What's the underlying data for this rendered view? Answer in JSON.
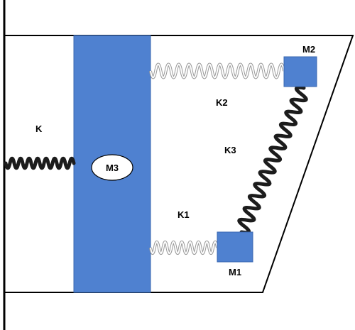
{
  "labels": {
    "K": "K",
    "K1": "K1",
    "K2": "K2",
    "K3": "K3",
    "M1": "M1",
    "M2": "M2",
    "M3": "M3"
  },
  "colors": {
    "mass_fill": "#4f81d0",
    "mass_stroke": "#3a67b0",
    "stiff_spring": "#1c1c1c",
    "soft_spring": "#9a9a9a",
    "outline": "#000000"
  }
}
